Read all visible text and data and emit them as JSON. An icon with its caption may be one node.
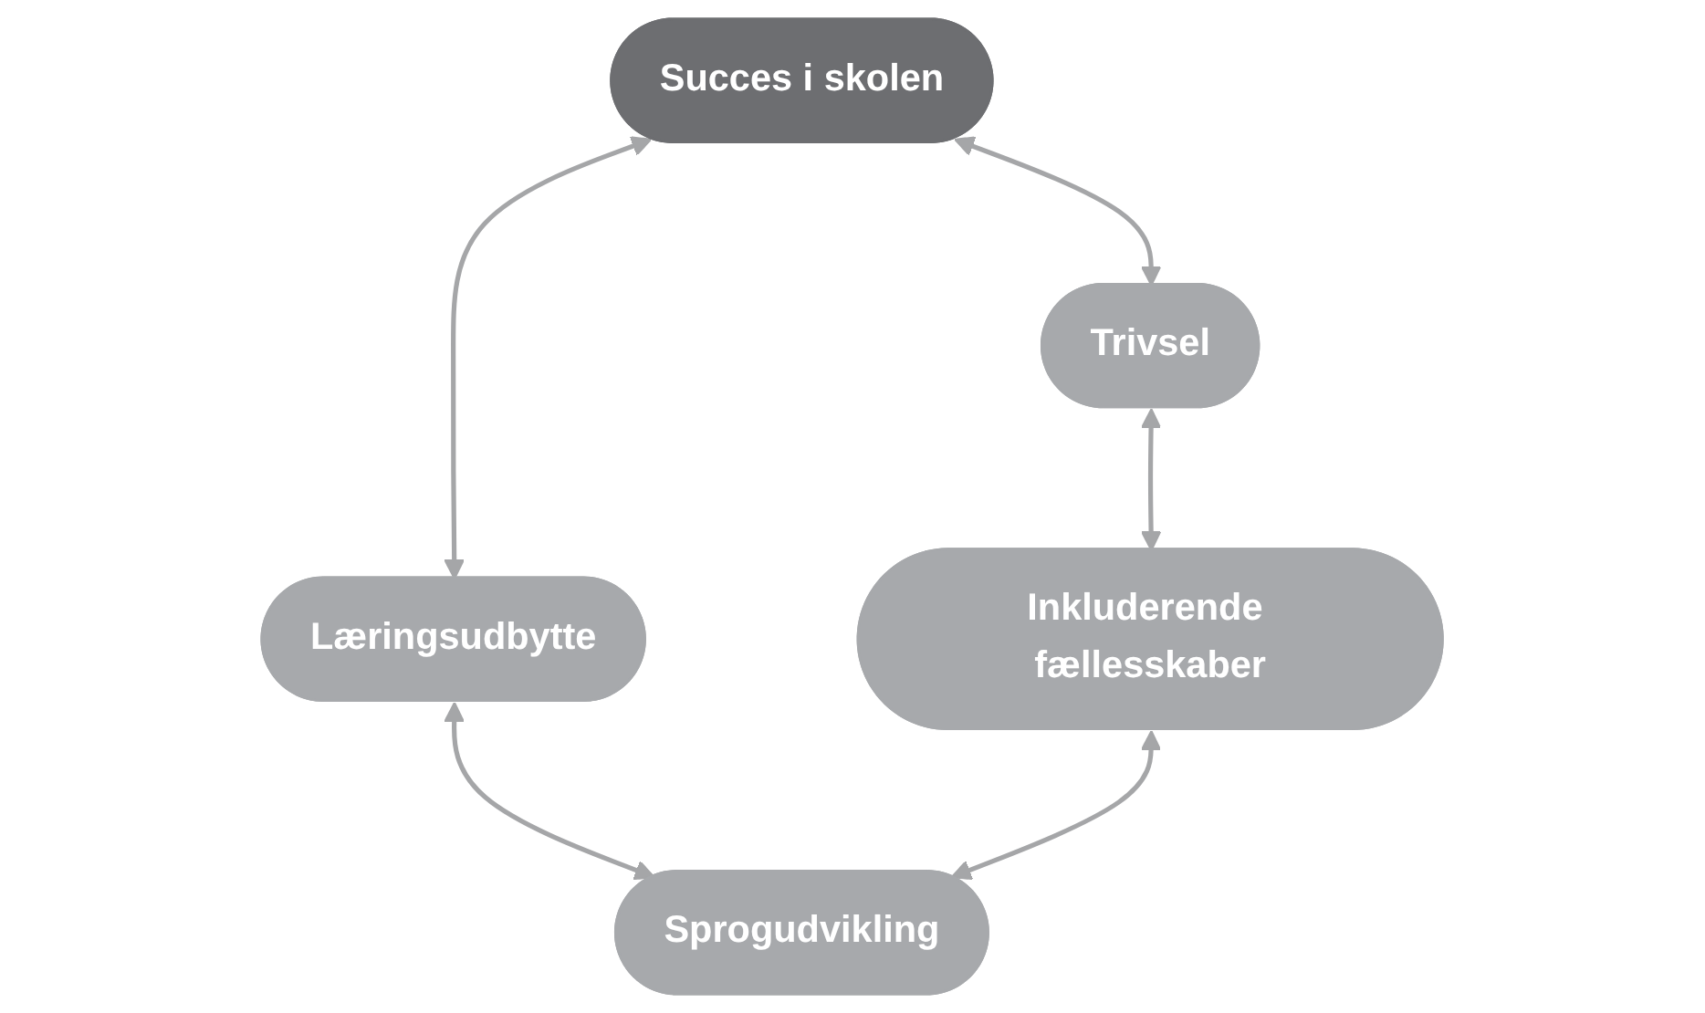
{
  "diagram": {
    "nodes": [
      {
        "text": [
          "Succes i skolen"
        ]
      },
      {
        "text": [
          "Trivsel"
        ]
      },
      {
        "text": [
          "Inkluderende fællesskaber"
        ]
      },
      {
        "text": [
          "Sprogudvikling"
        ]
      },
      {
        "text": [
          "Læringsudbytte"
        ]
      }
    ],
    "edges": [
      {
        "from": 0,
        "to": 1,
        "arrow": "both"
      },
      {
        "from": 1,
        "to": 2,
        "arrow": "both"
      },
      {
        "from": 0,
        "to": 4,
        "arrow": "both"
      },
      {
        "from": 4,
        "to": 3,
        "arrow": "both"
      },
      {
        "from": 2,
        "to": 3,
        "arrow": "both"
      }
    ]
  }
}
